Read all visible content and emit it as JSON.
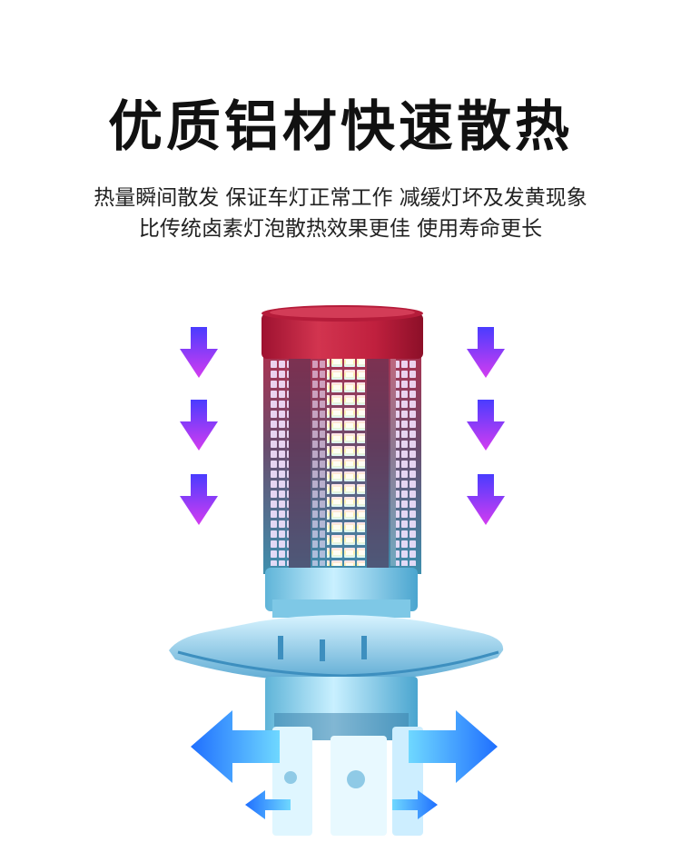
{
  "headline": "优质铝材快速散热",
  "description": {
    "line1": "热量瞬间散发 保证车灯正常工作 减缓灯坏及发黄现象",
    "line2": "比传统卤素灯泡散热效果更佳 使用寿命更长"
  },
  "illustration": {
    "subject": "led-headlight-bulb-icon",
    "heat_arrows": "arrow-down-icon",
    "airflow_arrows": "double-arrow-icon"
  },
  "colors": {
    "cap": "#c4203e",
    "cap_top": "#9e1230",
    "arrow_top": "#4a3cff",
    "arrow_bottom": "#d43cf0",
    "base": "#8fd3ee",
    "airflow": "#3aa0ff"
  }
}
